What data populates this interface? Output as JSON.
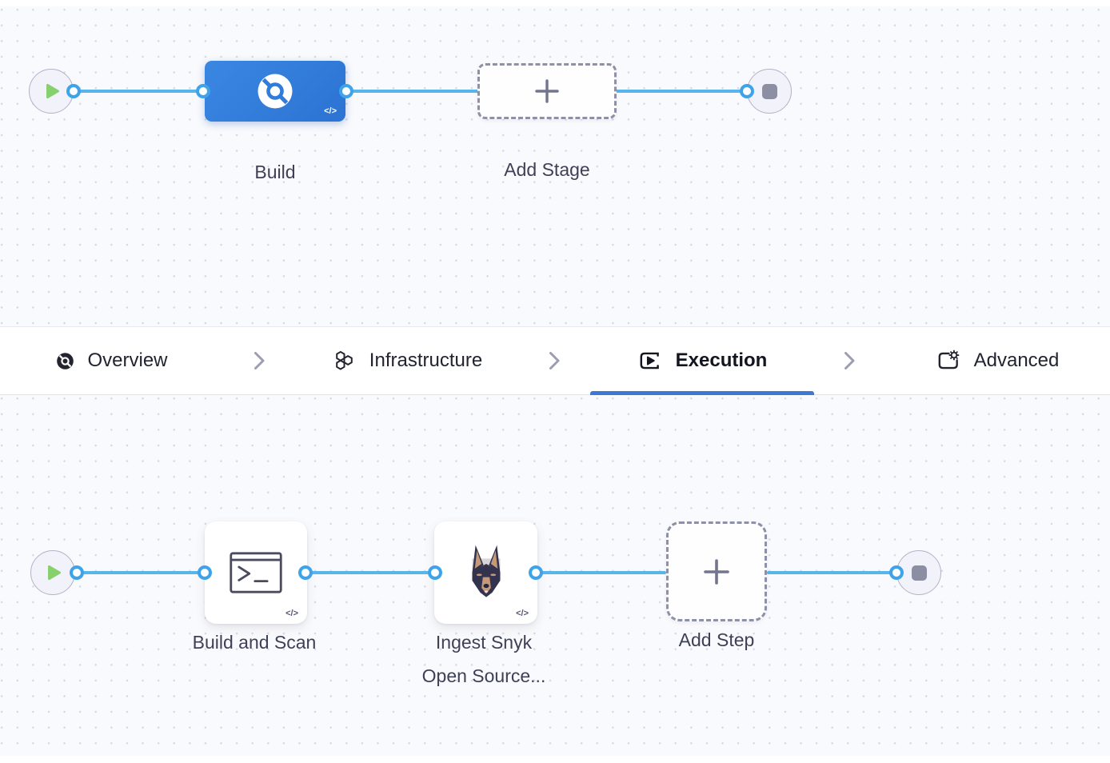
{
  "canvas_top": {
    "stage_label": "Build",
    "add_stage_label": "Add Stage",
    "code_badge": "</>"
  },
  "tab_bar": {
    "tabs": [
      {
        "label": "Overview",
        "icon": "ci-overview-icon",
        "active": false
      },
      {
        "label": "Infrastructure",
        "icon": "hexagons-icon",
        "active": false
      },
      {
        "label": "Execution",
        "icon": "play-frame-icon",
        "active": true
      },
      {
        "label": "Advanced",
        "icon": "gear-frame-icon",
        "active": false
      }
    ]
  },
  "canvas_bottom": {
    "step1_label": "Build and Scan",
    "step2_label_line1": "Ingest Snyk",
    "step2_label_line2": "Open Source...",
    "add_step_label": "Add Step",
    "code_badge": "</>"
  },
  "colors": {
    "accent_blue": "#3c79d3",
    "stage_blue": "#2e7cdb",
    "edge_blue": "#58b5eb",
    "connector_ring_blue": "#3ea3e9",
    "start_green": "#87d06e",
    "end_gray": "#8c8ea4",
    "canvas_bg": "#f9fafd",
    "dashed_border": "#8e90a7"
  }
}
